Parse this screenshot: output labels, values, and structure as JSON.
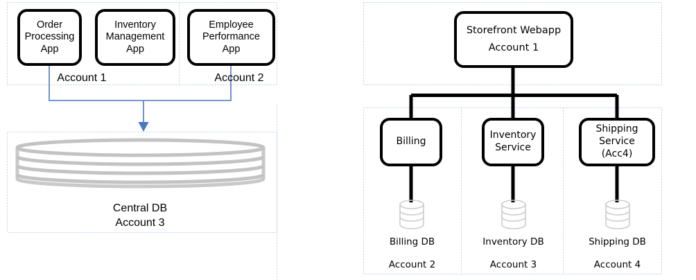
{
  "diagram": {
    "title_left": "",
    "title_right": "",
    "colors": {
      "node_border": "#000000",
      "node_fill": "#ffffff",
      "zone_border": "#b9cbe8",
      "arrow_blue": "#4a77c4",
      "connector_black": "#000000",
      "cylinder_gray": "#bfbfbf",
      "cylinder_gray_light": "#cfcfcf",
      "text": "#000000"
    }
  },
  "left_panel": {
    "apps": [
      {
        "id": "order-processing-app",
        "lines": [
          "Order",
          "Processing",
          "App"
        ]
      },
      {
        "id": "inventory-management-app",
        "lines": [
          "Inventory",
          "Management",
          "App"
        ]
      },
      {
        "id": "employee-performance-app",
        "lines": [
          "Employee",
          "Performance",
          "App"
        ]
      }
    ],
    "account_labels": [
      {
        "id": "account-1",
        "text": "Account 1"
      },
      {
        "id": "account-2",
        "text": "Account 2"
      }
    ],
    "database": {
      "id": "central-db",
      "icon": "database-cylinder-icon",
      "lines": [
        "Central DB",
        "Account 3"
      ]
    },
    "arrow": {
      "id": "shared-db-arrow",
      "direction": "down"
    }
  },
  "right_panel": {
    "root": {
      "id": "storefront-webapp",
      "lines": [
        "Storefront Webapp",
        "Account 1"
      ]
    },
    "services": [
      {
        "id": "billing-service",
        "lines": [
          "Billing"
        ]
      },
      {
        "id": "inventory-service",
        "lines": [
          "Inventory",
          "Service"
        ]
      },
      {
        "id": "shipping-service",
        "lines": [
          "Shipping",
          "Service",
          "(Acc4)"
        ]
      }
    ],
    "databases": [
      {
        "id": "billing-db",
        "icon": "database-cylinder-icon",
        "name": "Billing DB",
        "account": "Account 2"
      },
      {
        "id": "inventory-db",
        "icon": "database-cylinder-icon",
        "name": "Inventory DB",
        "account": "Account 3"
      },
      {
        "id": "shipping-db",
        "icon": "database-cylinder-icon",
        "name": "Shipping DB",
        "account": "Account 4"
      }
    ]
  }
}
